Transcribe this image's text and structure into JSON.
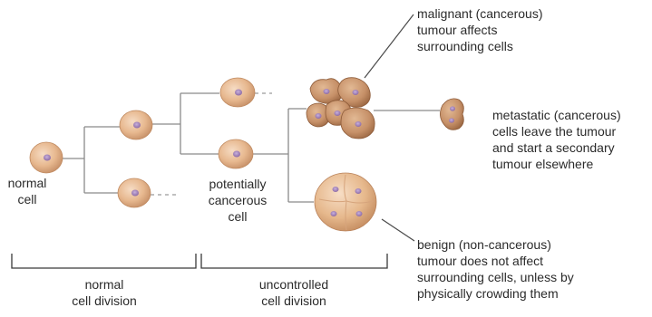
{
  "labels": {
    "normal_cell": [
      "normal",
      "cell"
    ],
    "potentially_cancerous_cell": [
      "potentially",
      "cancerous",
      "cell"
    ],
    "malignant": [
      "malignant (cancerous)",
      "tumour affects",
      "surrounding cells"
    ],
    "metastatic": [
      "metastatic (cancerous)",
      "cells leave the tumour",
      "and start a secondary",
      "tumour elsewhere"
    ],
    "benign": [
      "benign (non-cancerous)",
      "tumour does not affect",
      "surrounding cells, unless by",
      "physically crowding them"
    ],
    "normal_division": [
      "normal",
      "cell division"
    ],
    "uncontrolled_division": [
      "uncontrolled",
      "cell division"
    ]
  },
  "colors": {
    "cell_fill": "#e7b88f",
    "cell_edge": "#c8926a",
    "nucleus": "#9a7ab0",
    "line": "#8a8a8a",
    "tumour_fill": "#c69068",
    "benign_fill": "#e6b88c",
    "text": "#2b2b2b"
  }
}
